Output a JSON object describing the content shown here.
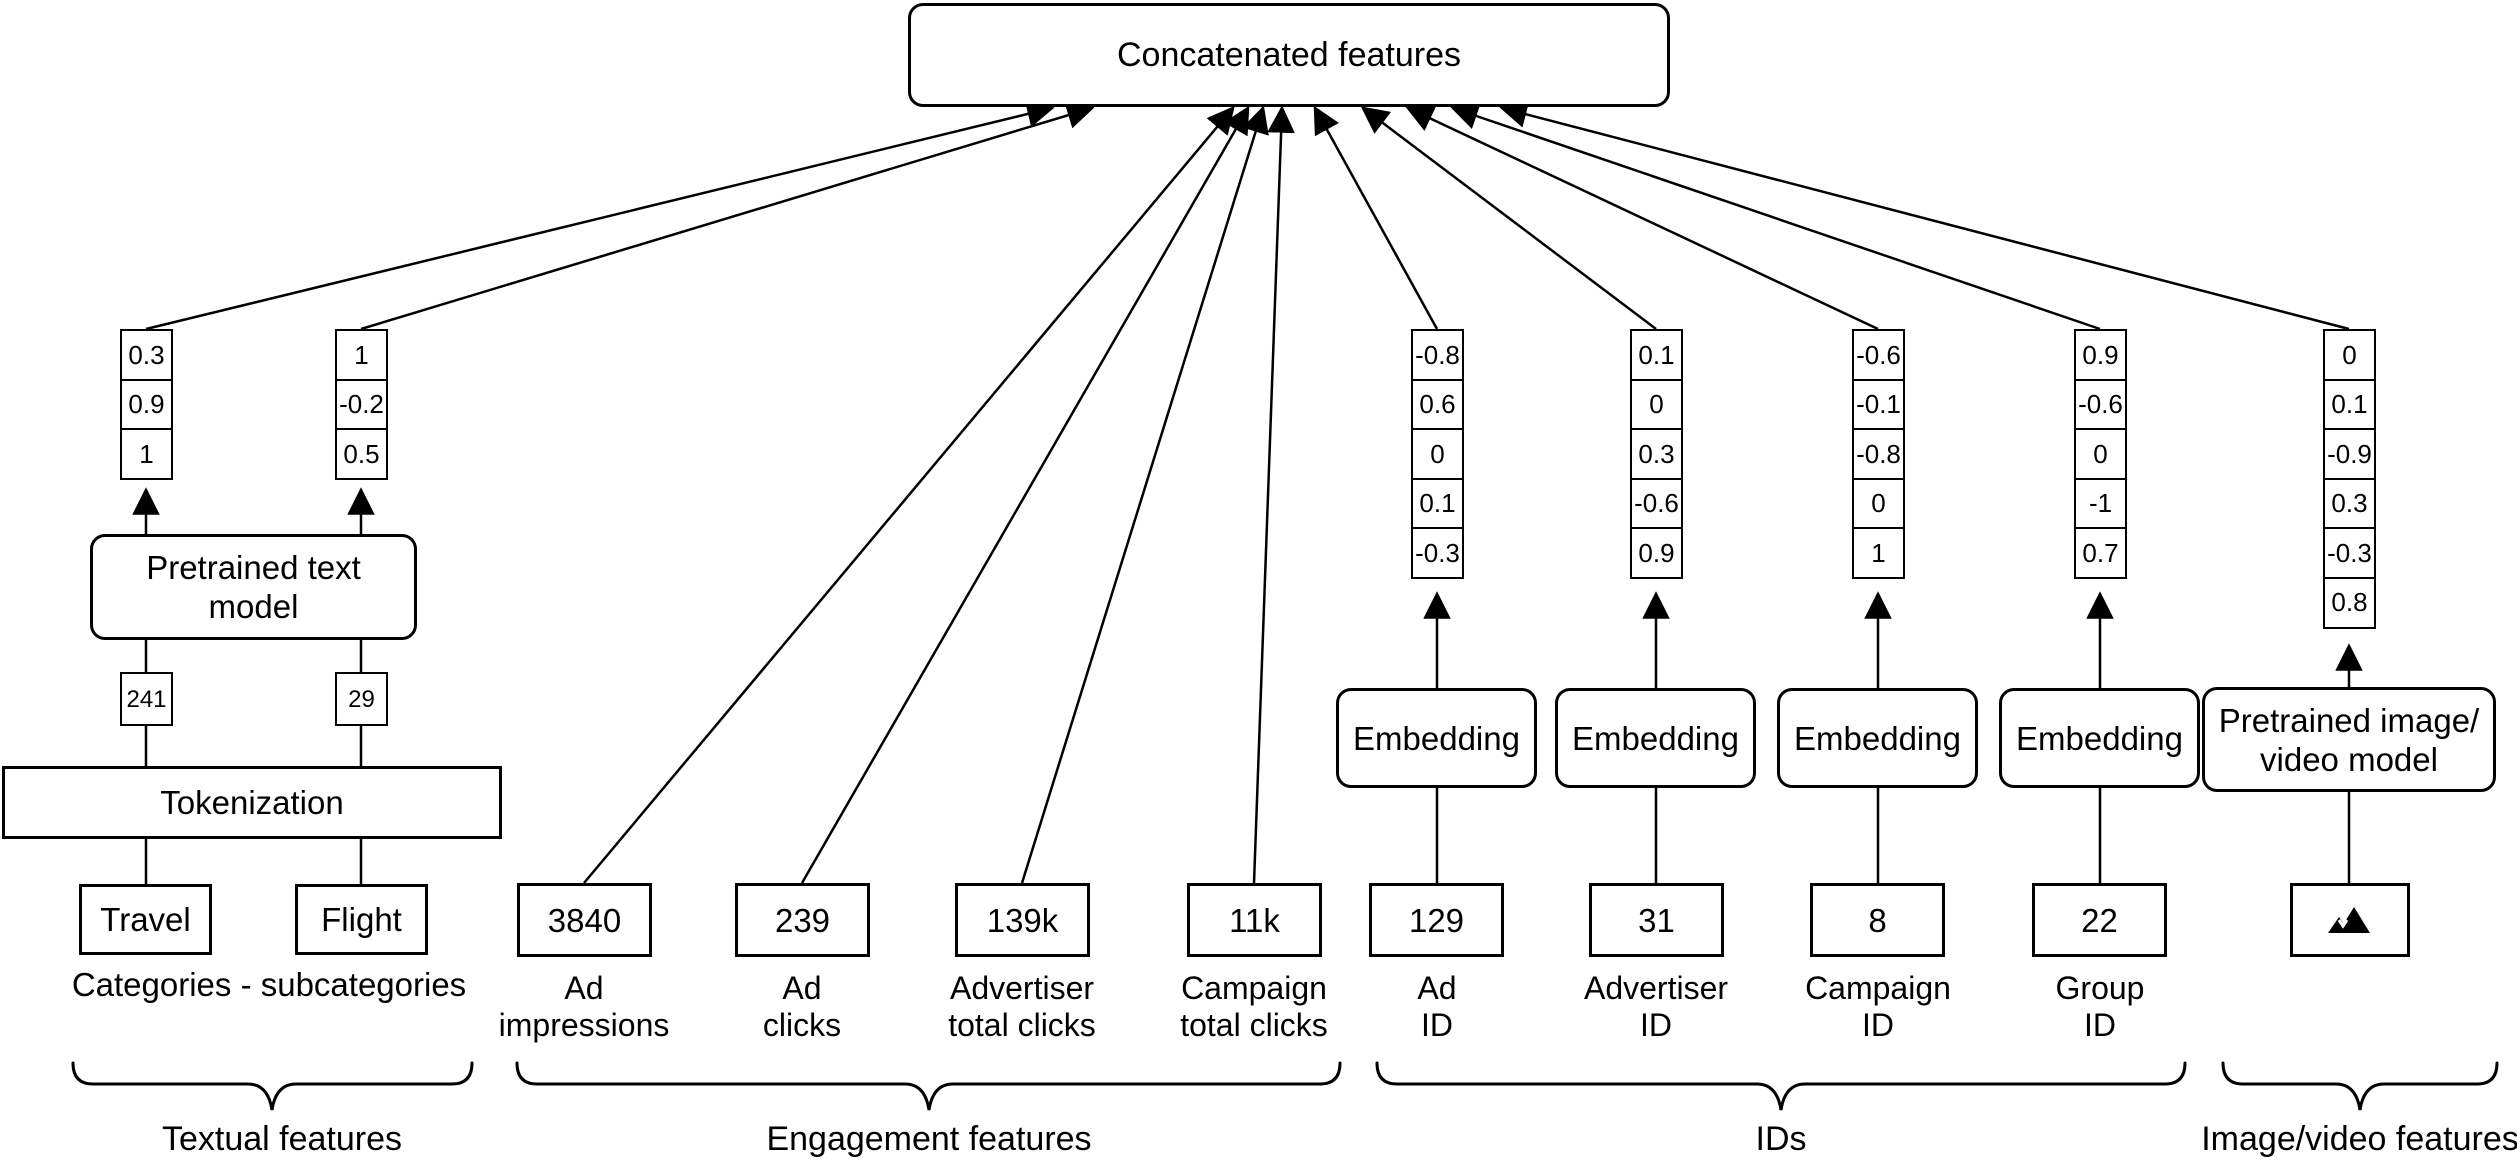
{
  "colors": {
    "ink": "#000000",
    "background": "#ffffff"
  },
  "title": "Concatenated features",
  "textual": {
    "vectors": [
      [
        "0.3",
        "0.9",
        "1"
      ],
      [
        "1",
        "-0.2",
        "0.5"
      ]
    ],
    "model_label": "Pretrained text model",
    "model_lines": [
      "Pretrained text",
      "model"
    ],
    "token_ids": [
      "241",
      "29"
    ],
    "tokenization_label": "Tokenization",
    "inputs": [
      "Travel",
      "Flight"
    ],
    "caption": "Categories - subcategories"
  },
  "engagement": {
    "items": [
      {
        "value": "3840",
        "label": "Ad impressions",
        "lines": [
          "Ad",
          "impressions"
        ]
      },
      {
        "value": "239",
        "label": "Ad clicks",
        "lines": [
          "Ad",
          "clicks"
        ]
      },
      {
        "value": "139k",
        "label": "Advertiser total clicks",
        "lines": [
          "Advertiser",
          "total clicks"
        ]
      },
      {
        "value": "11k",
        "label": "Campaign total clicks",
        "lines": [
          "Campaign",
          "total clicks"
        ]
      }
    ]
  },
  "ids": {
    "embedding_label": "Embedding",
    "items": [
      {
        "value": "129",
        "label": "Ad ID",
        "lines": [
          "Ad",
          "ID"
        ],
        "vector": [
          "-0.8",
          "0.6",
          "0",
          "0.1",
          "-0.3"
        ]
      },
      {
        "value": "31",
        "label": "Advertiser ID",
        "lines": [
          "Advertiser",
          "ID"
        ],
        "vector": [
          "0.1",
          "0",
          "0.3",
          "-0.6",
          "0.9"
        ]
      },
      {
        "value": "8",
        "label": "Campaign ID",
        "lines": [
          "Campaign",
          "ID"
        ],
        "vector": [
          "-0.6",
          "-0.1",
          "-0.8",
          "0",
          "1"
        ]
      },
      {
        "value": "22",
        "label": "Group ID",
        "lines": [
          "Group",
          "ID"
        ],
        "vector": [
          "0.9",
          "-0.6",
          "0",
          "-1",
          "0.7"
        ]
      }
    ]
  },
  "image_video": {
    "model_label": "Pretrained image/ video model",
    "model_lines": [
      "Pretrained image/",
      "video model"
    ],
    "vector": [
      "0",
      "0.1",
      "-0.9",
      "0.3",
      "-0.3",
      "0.8"
    ],
    "icon": "mountain-image-placeholder-icon"
  },
  "groups": [
    "Textual features",
    "Engagement features",
    "IDs",
    "Image/video features"
  ]
}
